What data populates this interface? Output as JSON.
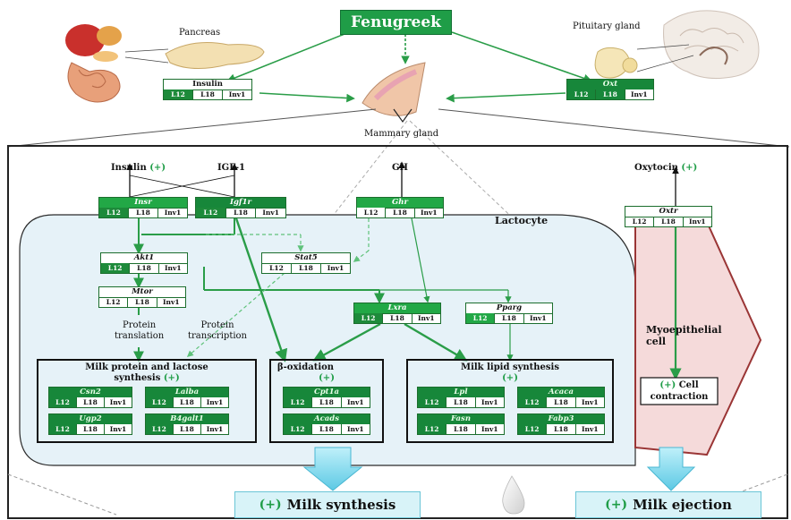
{
  "top": {
    "fenugreek": "Fenugreek",
    "pancreas": "Pancreas",
    "pituitary": "Pituitary gland",
    "mammary": "Mammary gland"
  },
  "hormones": {
    "insulin": "Insulin",
    "igf1": "IGF-1",
    "gh": "GH",
    "oxytocin": "Oxytocin",
    "plus": "(+)"
  },
  "cells": {
    "l12": "L12",
    "l18": "L18",
    "inv1": "Inv1"
  },
  "genes": {
    "insulin_top": "Insulin",
    "oxt": "Oxt",
    "insr": "Insr",
    "igf1r": "Igf1r",
    "ghr": "Ghr",
    "oxtr": "Oxtr",
    "akt1": "Akt1",
    "stat5": "Stat5",
    "mtor": "Mtor",
    "lxra": "Lxra",
    "pparg": "Pparg",
    "csn2": "Csn2",
    "lalba": "Lalba",
    "ugp2": "Ugp2",
    "b4galt1": "B4galt1",
    "cpt1a": "Cpt1a",
    "acads": "Acads",
    "lpl": "Lpl",
    "acaca": "Acaca",
    "fasn": "Fasn",
    "fabp3": "Fabp3"
  },
  "labels": {
    "lactocyte": "Lactocyte",
    "protein_translation_1": "Protein",
    "protein_translation_2": "translation",
    "protein_transcription_1": "Protein",
    "protein_transcription_2": "transcription",
    "myoepithelial_1": "Myoepithelial",
    "myoepithelial_2": "cell",
    "cell_contraction_1": "Cell",
    "cell_contraction_2": "contraction"
  },
  "modules": {
    "milk_protein_1": "Milk protein and lactose",
    "milk_protein_2": "synthesis",
    "beta_oxidation": "β-oxidation",
    "lipid_synthesis": "Milk lipid synthesis"
  },
  "outputs": {
    "milk_synthesis": "Milk synthesis",
    "milk_ejection": "Milk ejection"
  },
  "colors": {
    "green_dark": "#17873a",
    "green_light": "#22a846",
    "arrow_green": "#2a9d48",
    "dashed_green": "#5fc27a",
    "cell_bg": "#e6f2f8",
    "myo_fill": "#f5dada",
    "myo_border": "#9a3535",
    "output_bg": "#d8f3f8"
  }
}
